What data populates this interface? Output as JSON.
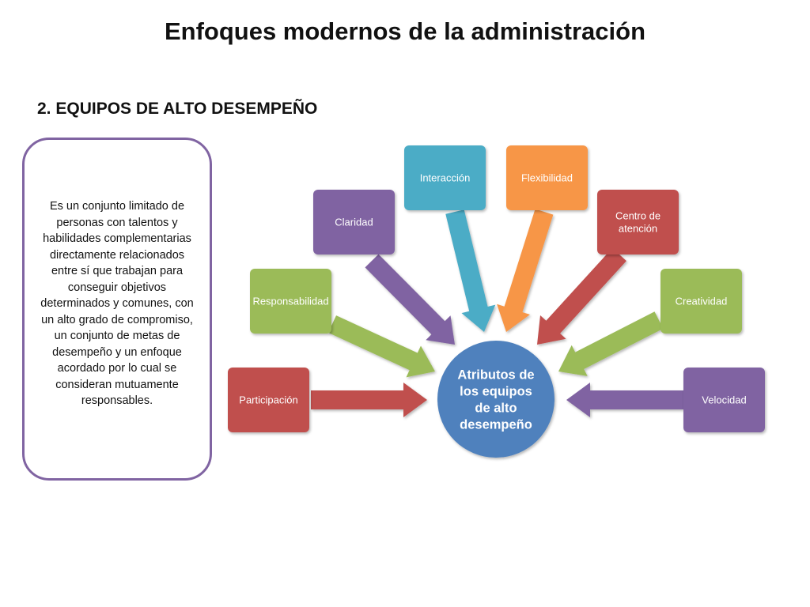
{
  "slide": {
    "title": "Enfoques modernos de la administración",
    "subtitle": "2. EQUIPOS DE ALTO DESEMPEÑO",
    "description": "Es un conjunto limitado de personas con talentos y habilidades complementarias directamente relacionados entre sí que trabajan para conseguir objetivos determinados y comunes, con un alto grado de compromiso, un conjunto de metas de desempeño y un enfoque acordado por lo cual se consideran mutuamente responsables."
  },
  "diagram": {
    "center": {
      "lines": [
        "Atributos de",
        "los equipos",
        "de alto",
        "desempeño"
      ],
      "color": "#4f81bd"
    },
    "nodes": [
      {
        "id": "participacion",
        "lines": [
          "Participación"
        ],
        "color": "#c0504d"
      },
      {
        "id": "responsabilidad",
        "lines": [
          "Responsabilidad"
        ],
        "color": "#9bbb59"
      },
      {
        "id": "claridad",
        "lines": [
          "Claridad"
        ],
        "color": "#8064a2"
      },
      {
        "id": "interaccion",
        "lines": [
          "Interacción"
        ],
        "color": "#4bacc6"
      },
      {
        "id": "flexibilidad",
        "lines": [
          "Flexibilidad"
        ],
        "color": "#f79646"
      },
      {
        "id": "centro-atencion",
        "lines": [
          "Centro de",
          "atención"
        ],
        "color": "#c0504d"
      },
      {
        "id": "creatividad",
        "lines": [
          "Creatividad"
        ],
        "color": "#9bbb59"
      },
      {
        "id": "velocidad",
        "lines": [
          "Velocidad"
        ],
        "color": "#8064a2"
      }
    ]
  }
}
